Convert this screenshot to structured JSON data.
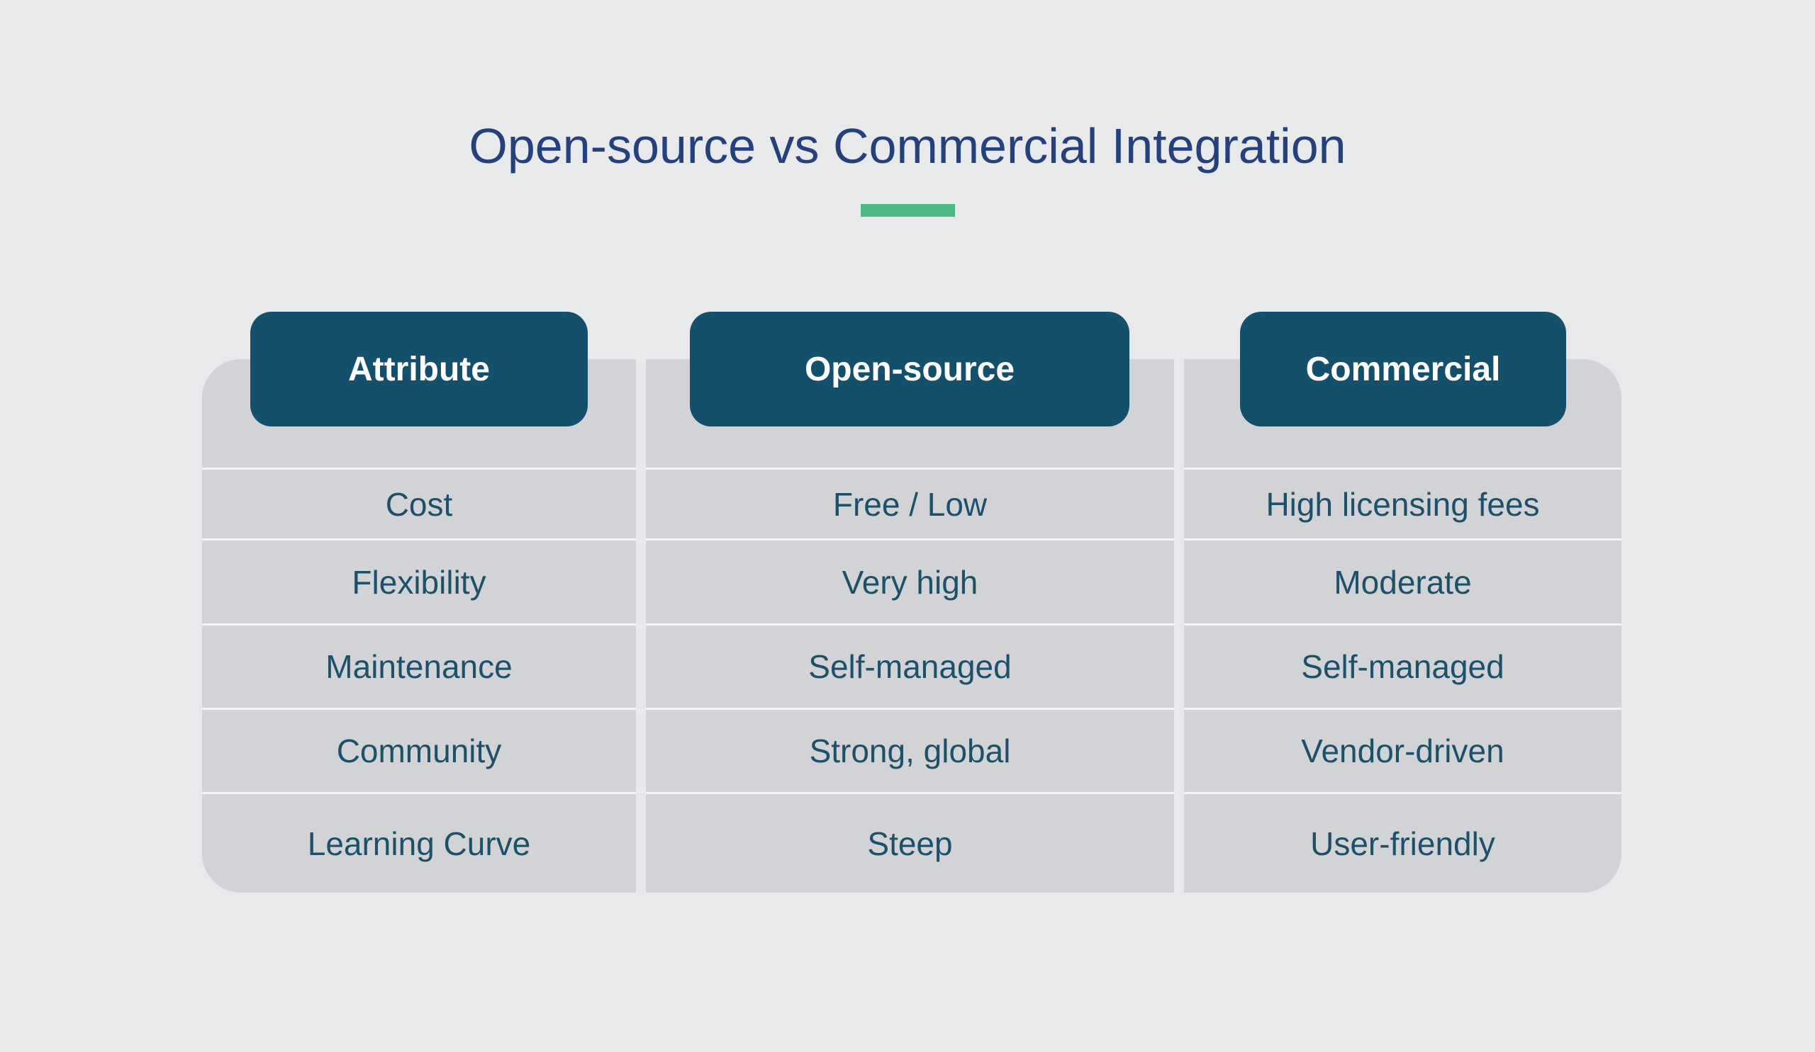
{
  "chart_data": {
    "type": "table",
    "title": "Open-source vs Commercial Integration",
    "columns": [
      "Attribute",
      "Open-source",
      "Commercial"
    ],
    "rows": [
      [
        "Cost",
        "Free / Low",
        "High licensing fees"
      ],
      [
        "Flexibility",
        "Very high",
        "Moderate"
      ],
      [
        "Maintenance",
        "Self-managed",
        "Self-managed"
      ],
      [
        "Community",
        "Strong, global",
        "Vendor-driven"
      ],
      [
        "Learning Curve",
        "Steep",
        "User-friendly"
      ]
    ],
    "layout_hints": {
      "columns_separated_by_light_gaps": true,
      "row_separators": "thin light lines",
      "header_style": "dark rounded pills overlapping panel top",
      "title_underline": "short green bar centered below title"
    }
  },
  "style": {
    "background_color": "#e8e9eb",
    "panel_color": "#d2d3d7",
    "header_pill_color": "#14506b",
    "header_text_color": "#ffffff",
    "body_text_color": "#1d5168",
    "title_color": "#24417c",
    "accent_bar_color": "#4eb985",
    "separator_color": "#f2f4f5"
  }
}
